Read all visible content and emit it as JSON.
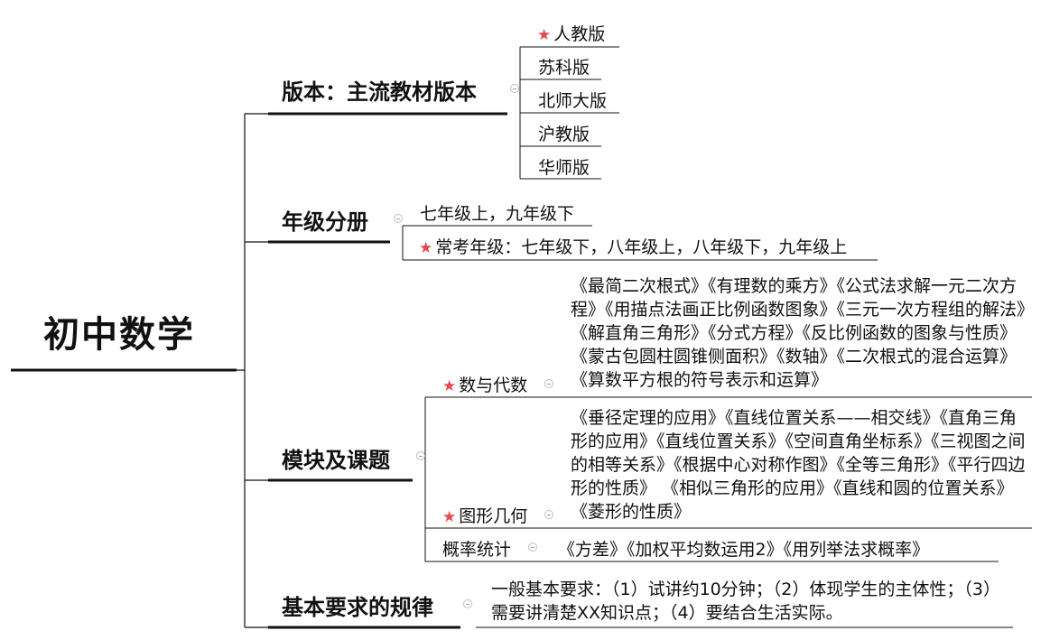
{
  "root": {
    "label": "初中数学"
  },
  "branches": {
    "version": {
      "label": "版本：主流教材版本",
      "items": [
        {
          "label": "人教版",
          "starred": true
        },
        {
          "label": "苏科版"
        },
        {
          "label": "北师大版"
        },
        {
          "label": "沪教版"
        },
        {
          "label": "华师版"
        }
      ]
    },
    "grade": {
      "label": "年级分册",
      "items": [
        {
          "label": "七年级上，九年级下"
        },
        {
          "label": "常考年级：七年级下，八年级上，八年级下，九年级上",
          "starred": true
        }
      ]
    },
    "modules": {
      "label": "模块及课题",
      "algebra": {
        "label": "数与代数",
        "starred": true,
        "topics": "《最简二次根式》《有理数的乘方》《公式法求解一元二次方程》《用描点法画正比例函数图象》《三元一次方程组的解法》《解直角三角形》《分式方程》《反比例函数的图象与性质》《蒙古包圆柱圆锥侧面积》《数轴》《二次根式的混合运算》《算数平方根的符号表示和运算》"
      },
      "geometry": {
        "label": "图形几何",
        "starred": true,
        "topics": "《垂径定理的应用》《直线位置关系——相交线》《直角三角形的应用》《直线位置关系》《空间直角坐标系》《三视图之间的相等关系》《根据中心对称作图》《全等三角形》《平行四边形的性质》 《相似三角形的应用》《直线和圆的位置关系》《菱形的性质》"
      },
      "statistics": {
        "label": "概率统计",
        "topics": "《方差》《加权平均数运用2》《用列举法求概率》"
      }
    },
    "requirements": {
      "label": "基本要求的规律",
      "text": "一般基本要求：（1）试讲约10分钟；（2）体现学生的主体性；（3）需要讲清楚XX知识点；（4）要结合生活实际。"
    }
  },
  "colors": {
    "star": "#e5484d",
    "line": "#111111",
    "collapse": "#b7bec9"
  }
}
